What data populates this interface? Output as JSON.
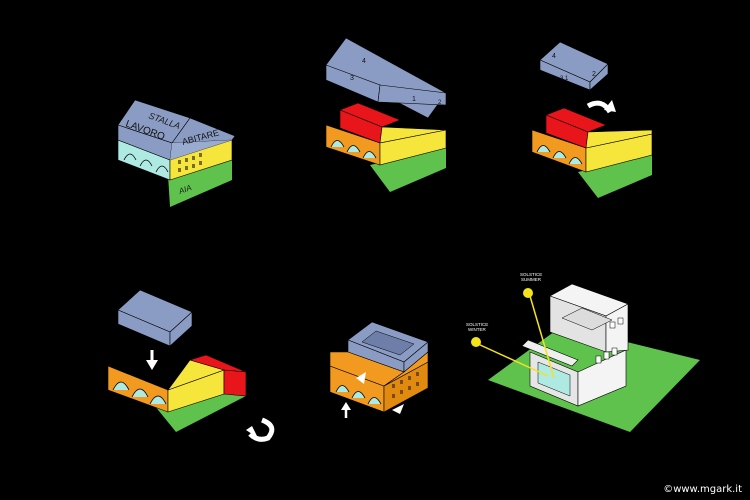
{
  "labels": {
    "stalla": "STALLA",
    "lavoro": "LAVORO",
    "abitare": "ABITARE",
    "aia": "AIA",
    "solstice_summer": "SOLSTICE SUMMER",
    "solstice_winter": "SOLSTICE WINTER"
  },
  "roof_numbers": {
    "a": "4",
    "b": "3",
    "c": "1",
    "d": "2",
    "e": "4",
    "f": "2",
    "g": "3 1"
  },
  "credit": "©www.mgark.it",
  "colors": {
    "background": "#000000",
    "roof": "#8b9cc4",
    "orange": "#f29a1f",
    "red": "#e8151b",
    "yellow": "#f6e53b",
    "green": "#5ec24c",
    "white": "#f2f2f2",
    "sun": "#f4e21b"
  }
}
